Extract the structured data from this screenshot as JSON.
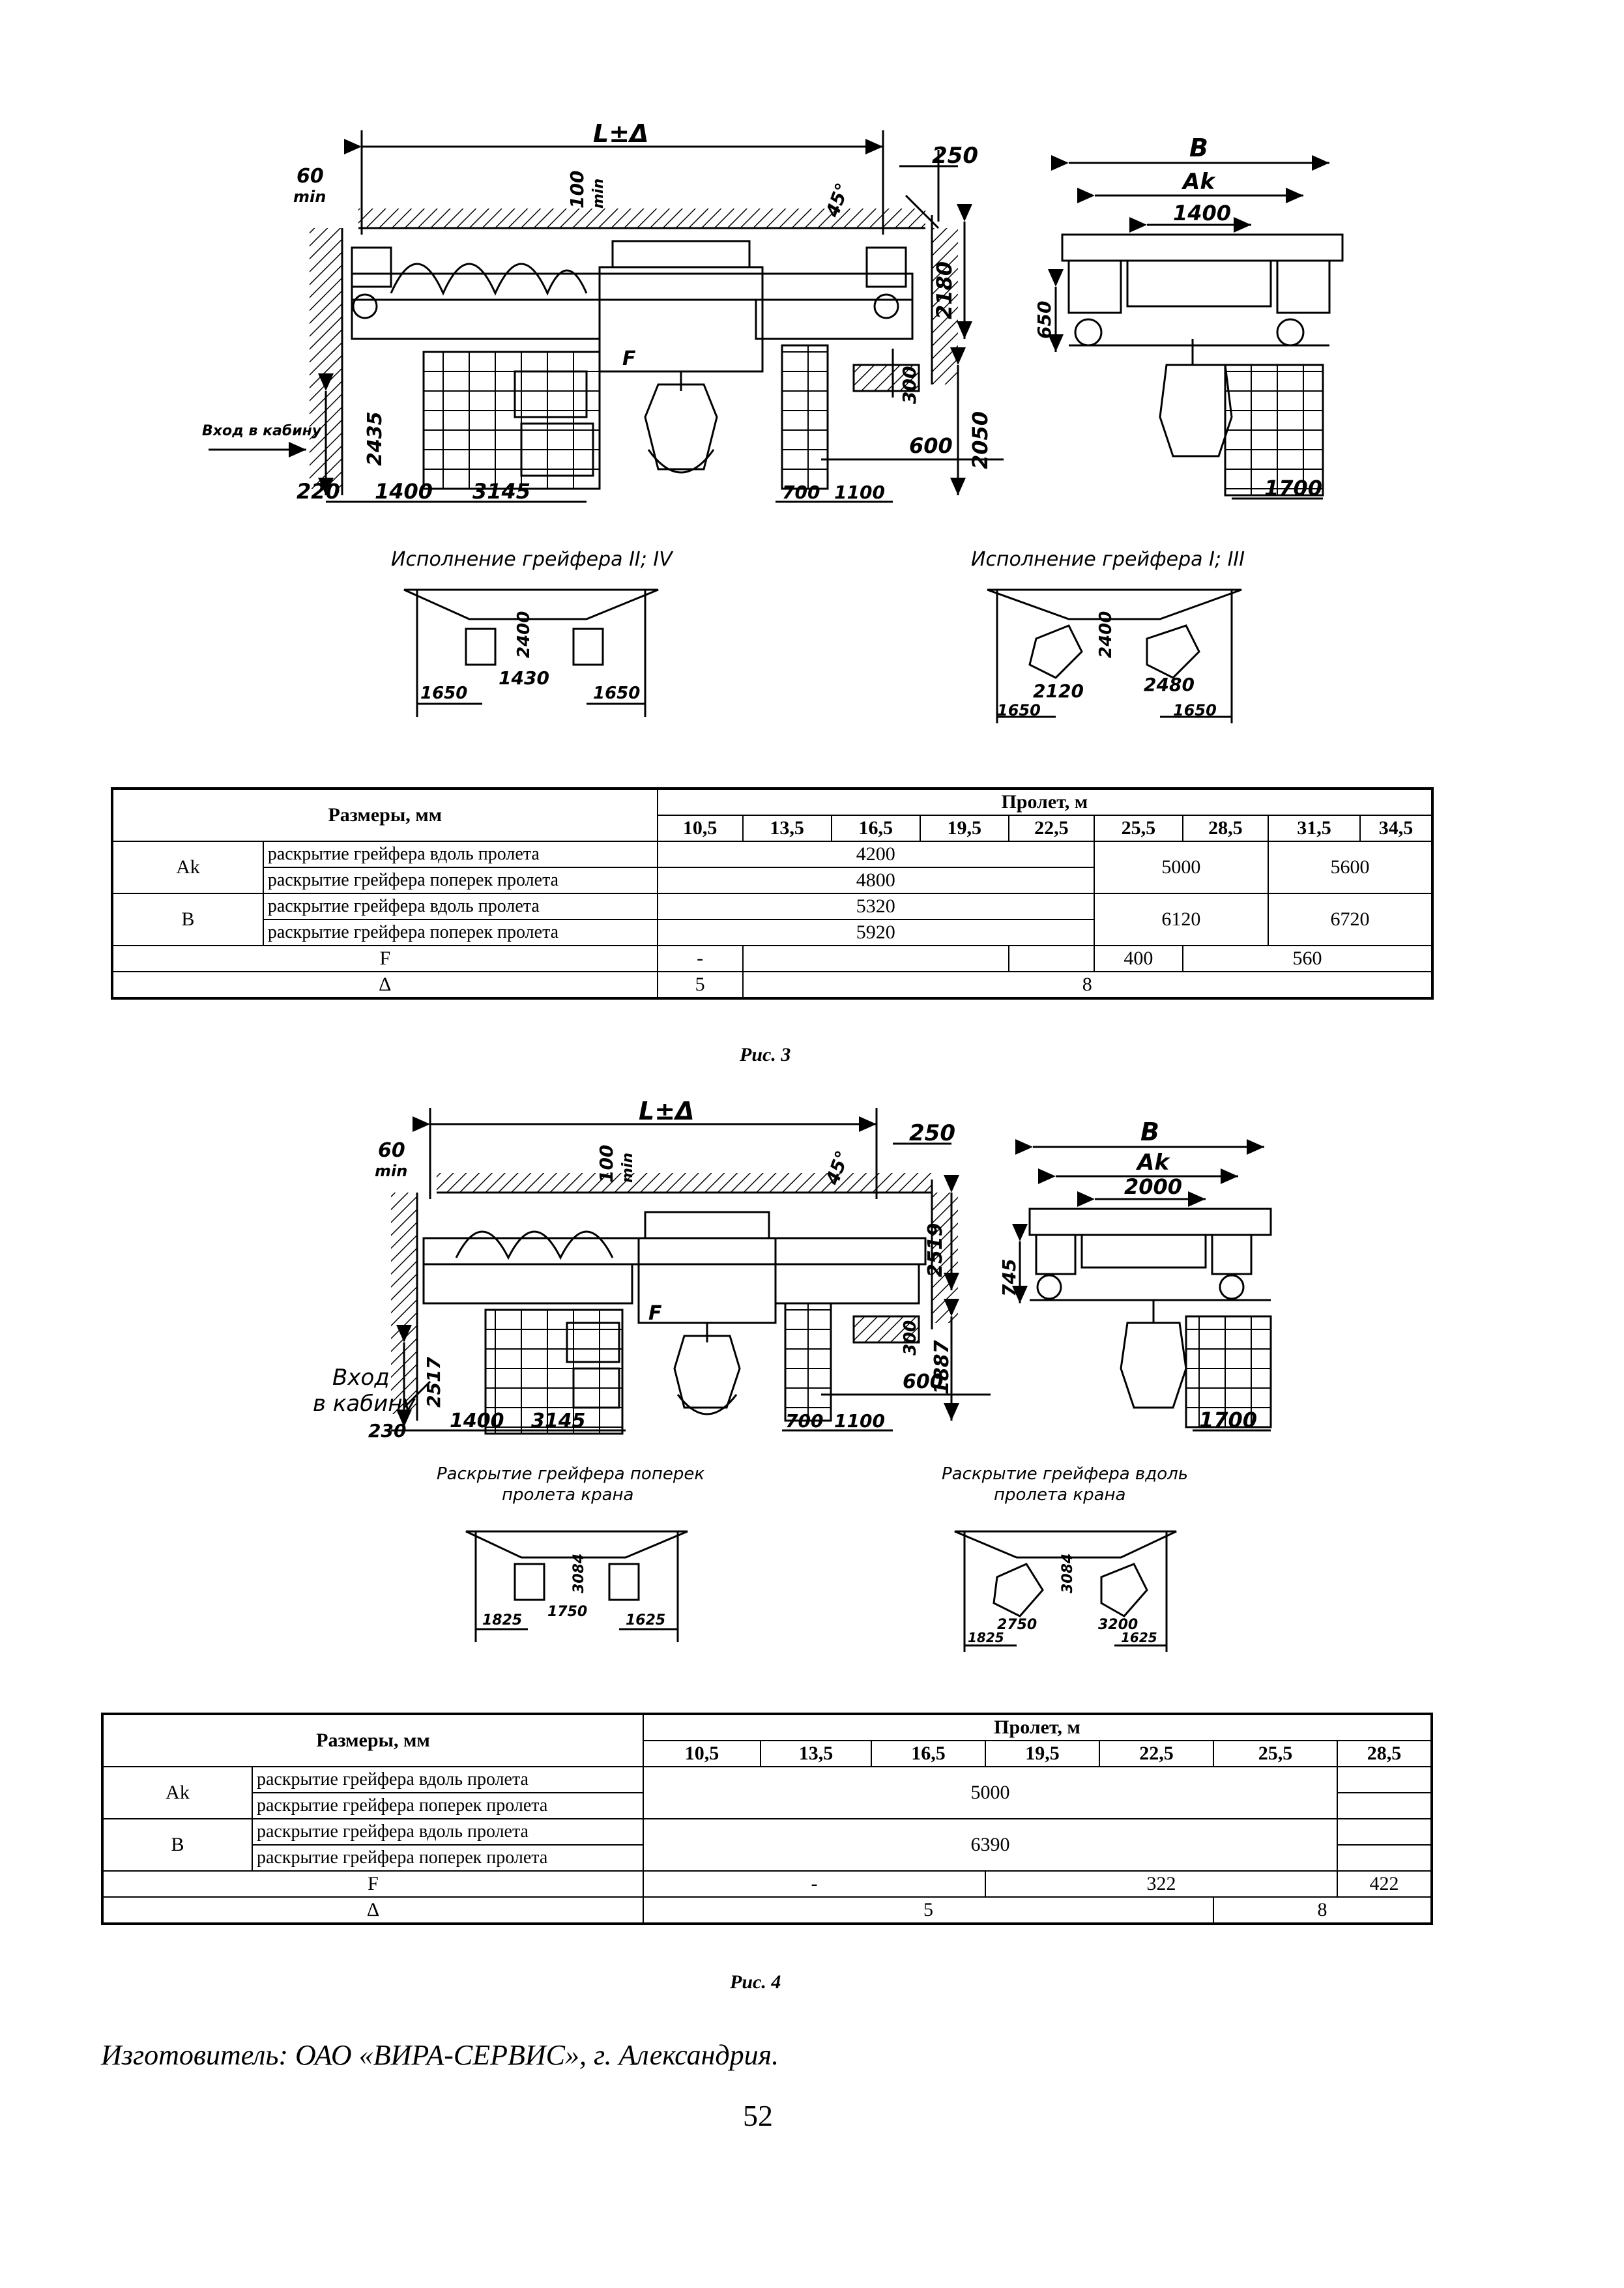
{
  "fig3": {
    "main": {
      "span": "L±Δ",
      "min_left": "60",
      "min_left_sub": "min",
      "min_top": "100",
      "min_top_sub": "min",
      "angle": "45°",
      "right_gap": "250",
      "height_main": "2180",
      "height_low": "2050",
      "depth": "300",
      "f_label": "F",
      "right_offset": "600",
      "cabin_h": "2435",
      "cabin_w1": "1400",
      "cabin_w2": "3145",
      "left_edge": "220",
      "right_w1": "700",
      "right_w2": "1100",
      "entry": "Вход в кабину"
    },
    "side": {
      "b": "B",
      "ak": "Ak",
      "w": "1400",
      "h": "650",
      "bottom": "1700"
    },
    "grab_left": {
      "title": "Исполнение грейфера II; IV",
      "h": "2400",
      "a": "1650",
      "b": "1430",
      "c": "1650"
    },
    "grab_right": {
      "title": "Исполнение грейфера I; III",
      "h": "2400",
      "a": "2120",
      "b": "2480",
      "c": "1650",
      "d": "1650"
    },
    "table": {
      "size_header": "Размеры, мм",
      "span_header": "Пролет, м",
      "spans": [
        "10,5",
        "13,5",
        "16,5",
        "19,5",
        "22,5",
        "25,5",
        "28,5",
        "31,5",
        "34,5"
      ],
      "ak_label": "Ak",
      "b_label": "B",
      "row_along": "раскрытие грейфера вдоль пролета",
      "row_across": "раскрытие грейфера поперек пролета",
      "ak_along": "4200",
      "ak_across": "4800",
      "ak_mid": "5000",
      "ak_high": "5600",
      "b_along": "5320",
      "b_across": "5920",
      "b_mid": "6120",
      "b_high": "6720",
      "f_label": "F",
      "f_first": "-",
      "f_mid": "400",
      "f_high": "560",
      "delta_label": "Δ",
      "delta_low": "5",
      "delta_high": "8"
    },
    "caption": "Рис. 3"
  },
  "fig4": {
    "main": {
      "span": "L±Δ",
      "min_left": "60",
      "min_left_sub": "min",
      "min_top": "100",
      "min_top_sub": "min",
      "angle": "45°",
      "right_gap": "250",
      "height_main": "2519",
      "height_low": "1887",
      "depth": "300",
      "f_label": "F",
      "right_offset": "600",
      "cabin_h": "2517",
      "cabin_w1": "1400",
      "cabin_w2": "3145",
      "left_edge": "230",
      "right_w1": "700",
      "right_w2": "1100",
      "entry_1": "Вход",
      "entry_2": "в кабину"
    },
    "side": {
      "b": "B",
      "ak": "Ak",
      "w": "2000",
      "h": "745",
      "bottom": "1700"
    },
    "grab_left": {
      "title_1": "Раскрытие грейфера поперек",
      "title_2": "пролета крана",
      "h": "3084",
      "a": "1825",
      "b": "1750",
      "c": "1625"
    },
    "grab_right": {
      "title_1": "Раскрытие грейфера вдоль",
      "title_2": "пролета крана",
      "h": "3084",
      "a": "2750",
      "b": "3200",
      "c": "1825",
      "d": "1625"
    },
    "table": {
      "size_header": "Размеры, мм",
      "span_header": "Пролет, м",
      "spans": [
        "10,5",
        "13,5",
        "16,5",
        "19,5",
        "22,5",
        "25,5",
        "28,5"
      ],
      "ak_label": "Ak",
      "b_label": "B",
      "row_along": "раскрытие грейфера вдоль пролета",
      "row_across": "раскрытие грейфера поперек пролета",
      "ak_value": "5000",
      "b_value": "6390",
      "f_label": "F",
      "f_low": "-",
      "f_mid": "322",
      "f_high": "422",
      "delta_label": "Δ",
      "delta_low": "5",
      "delta_high": "8"
    },
    "caption": "Рис. 4"
  },
  "manufacturer": "Изготовитель: ОАО «ВИРА-СЕРВИС», г. Александрия.",
  "page_number": "52"
}
